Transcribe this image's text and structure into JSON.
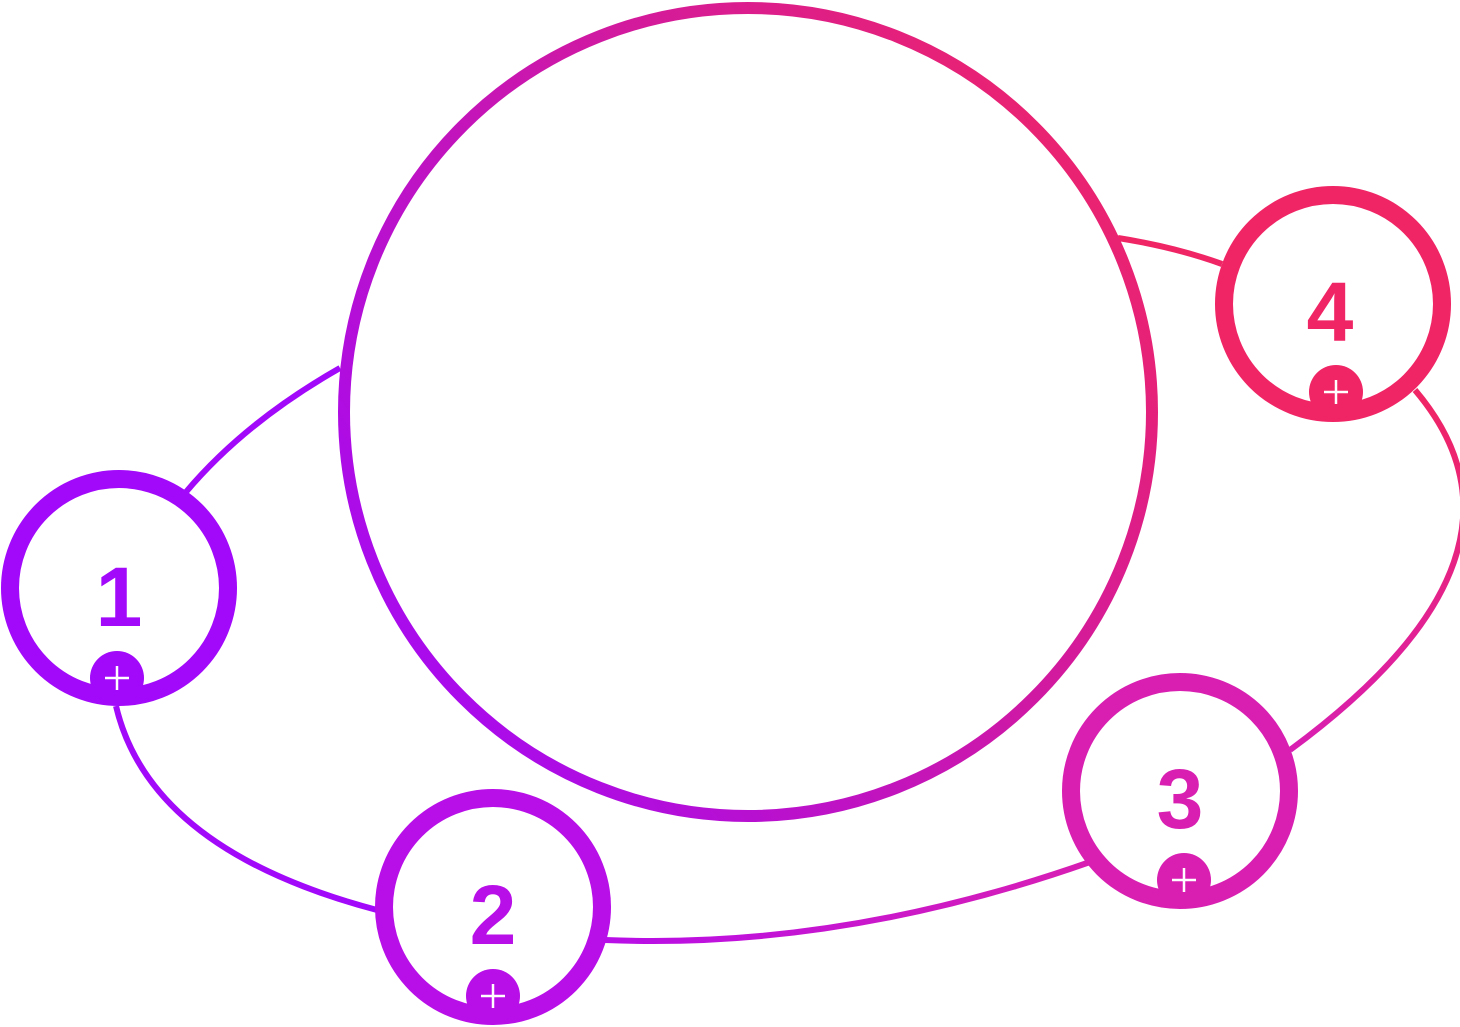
{
  "colors": {
    "purple": "#A208FA",
    "violet": "#B80EE8",
    "magenta": "#D81FB2",
    "pink": "#F02565",
    "background": "#FFFFFF",
    "plus_glyph": "#FFFFFF"
  },
  "central_circle": {
    "gradient": [
      "#A208FA",
      "#F02565"
    ]
  },
  "nodes": [
    {
      "number": "1",
      "color": "#A208FA",
      "icon": "plus-icon"
    },
    {
      "number": "2",
      "color": "#B80EE8",
      "icon": "plus-icon"
    },
    {
      "number": "3",
      "color": "#D81FB2",
      "icon": "plus-icon"
    },
    {
      "number": "4",
      "color": "#F02565",
      "icon": "plus-icon"
    }
  ]
}
